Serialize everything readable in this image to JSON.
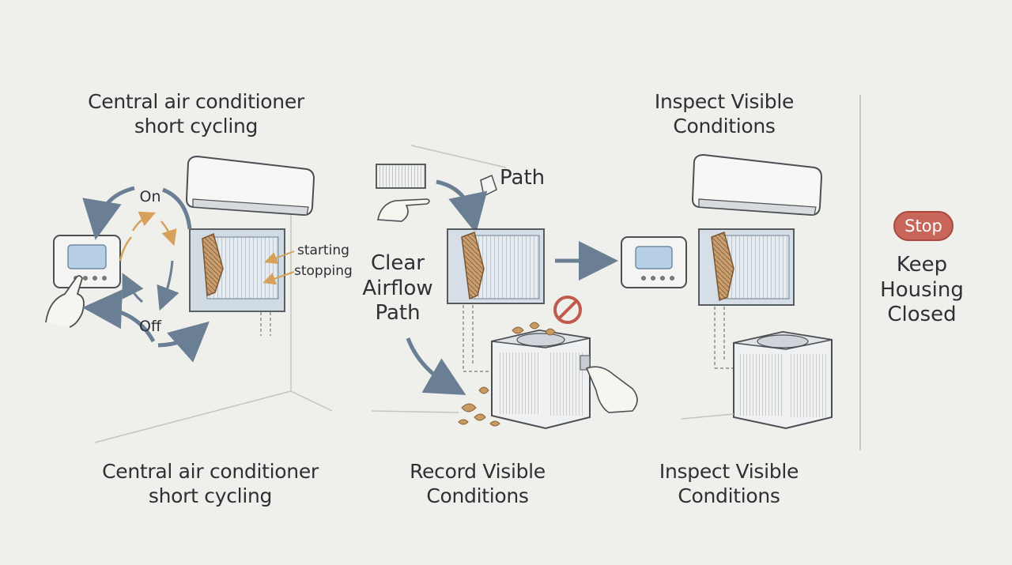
{
  "panel_left": {
    "title_line1": "Central air conditioner",
    "title_line2": "short cycling",
    "on_label": "On",
    "off_label": "Off",
    "starting_label": "starting",
    "stopping_label": "stopping",
    "caption_line1": "Central air conditioner",
    "caption_line2": "short cycling"
  },
  "panel_middle": {
    "path_label": "Path",
    "clear_line1": "Clear",
    "clear_line2": "Airflow",
    "clear_line3": "Path",
    "caption_line1": "Record Visible",
    "caption_line2": "Conditions"
  },
  "panel_right": {
    "title_line1": "Inspect Visible",
    "title_line2": "Conditions",
    "caption_line1": "Inspect Visible",
    "caption_line2": "Conditions"
  },
  "sidebar": {
    "stop_label": "Stop",
    "keep_line1": "Keep",
    "keep_line2": "Housing",
    "keep_line3": "Closed"
  },
  "colors": {
    "background": "#efefeb",
    "arrow_blue": "#6a7f93",
    "accent_orange": "#d7a15a",
    "stop_red": "#c9665a"
  }
}
